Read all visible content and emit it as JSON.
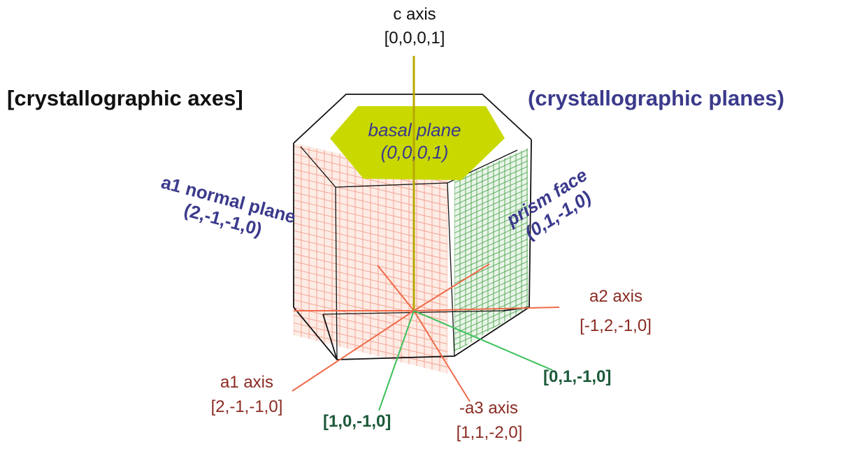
{
  "headings": {
    "axes": "[crystallographic axes]",
    "planes": "(crystallographic planes)"
  },
  "axes": {
    "c": {
      "name": "c axis",
      "index": "[0,0,0,1]"
    },
    "a1": {
      "name": "a1 axis",
      "index": "[2,-1,-1,0]"
    },
    "a2": {
      "name": "a2 axis",
      "index": "[-1,2,-1,0]"
    },
    "a3": {
      "name": "-a3 axis",
      "index": "[1,1,-2,0]"
    }
  },
  "directions": {
    "d1": "[1,0,-1,0]",
    "d2": "[0,1,-1,0]"
  },
  "planes": {
    "basal": {
      "name": "basal plane",
      "index": "(0,0,0,1)"
    },
    "a1_normal": {
      "name": "a1 normal plane",
      "index": "(2,-1,-1,0)"
    },
    "prism": {
      "name": "prism face",
      "index": "(0,1,-1,0)"
    }
  },
  "colors": {
    "heading_axes": "#111111",
    "heading_planes": "#3b3a8c",
    "axis_label": "#8a2a22",
    "direction_label": "#1d5a3a",
    "plane_label": "#3b3a8c",
    "c_axis_line": "#b8a800",
    "a_axis_line": "#f06a4a",
    "direction_line": "#3cc05a",
    "pink_grid": "#f5a592",
    "green_grid": "#5aaa5a",
    "basal_fill": "#c9d900",
    "edge": "#111111"
  }
}
